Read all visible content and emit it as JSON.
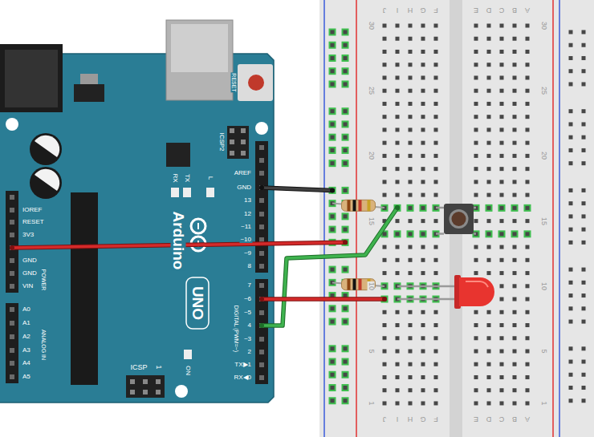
{
  "diagram": {
    "labels": [
      "RESET",
      "ICSP2",
      "TX",
      "RX",
      "L",
      "AREF",
      "GND",
      "13",
      "12",
      "~11",
      "~10",
      "~9",
      "8",
      "7",
      "~6",
      "~5",
      "4",
      "~3",
      "2",
      "TX▶1",
      "RX◀0",
      "IOREF",
      "RESET",
      "3V3",
      "GND",
      "GND",
      "VIN",
      "POWER",
      "A0",
      "A1",
      "A2",
      "A3",
      "A4",
      "A5",
      "ANALOG IN",
      "Arduino",
      "UNO",
      "DIGITAL (PWM=~)",
      "ICSP",
      "1",
      "ON",
      "J",
      "I",
      "H",
      "G",
      "F",
      "E",
      "D",
      "C",
      "B",
      "A",
      "J",
      "I",
      "H",
      "G",
      "F",
      "E",
      "D",
      "C",
      "B",
      "A",
      "30",
      "25",
      "20",
      "15",
      "10",
      "5",
      "1",
      "30",
      "25",
      "20",
      "15",
      "10",
      "5",
      "1"
    ]
  }
}
